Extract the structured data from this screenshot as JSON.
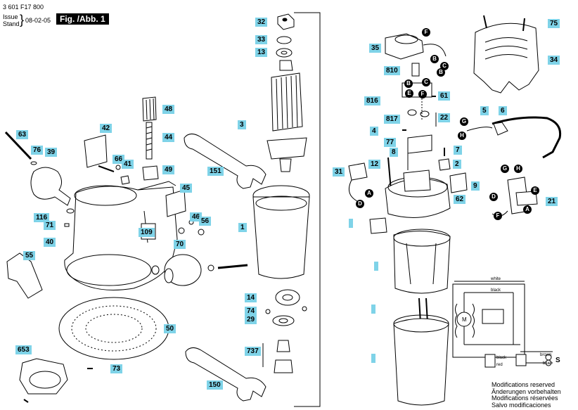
{
  "header": {
    "doc_number": "3 601 F17 800",
    "issue_label_en": "Issue",
    "issue_label_de": "Stand",
    "issue_date": "08-02-05",
    "figure_title": "Fig. /Abb. 1"
  },
  "parts": [
    "32",
    "33",
    "13",
    "3",
    "48",
    "44",
    "49",
    "151",
    "1",
    "14",
    "74",
    "29",
    "737",
    "150",
    "42",
    "63",
    "76",
    "39",
    "66",
    "41",
    "45",
    "46",
    "56",
    "70",
    "109",
    "116",
    "71",
    "40",
    "55",
    "50",
    "653",
    "73",
    "35",
    "810",
    "816",
    "817",
    "61",
    "22",
    "75",
    "34",
    "5",
    "6",
    "4",
    "77",
    "8",
    "7",
    "31",
    "12",
    "9",
    "2",
    "62",
    "21"
  ],
  "connectors": [
    "F",
    "B",
    "C",
    "E",
    "A",
    "D",
    "G",
    "H"
  ],
  "wiring": {
    "white": "white",
    "black": "black",
    "brown": "brown",
    "blue": "blue",
    "motor_symbol": "M",
    "terminal": "S"
  },
  "notes": {
    "en": "Modifications reserved",
    "de": "Änderungen vorbehalten",
    "fr": "Modifications réservées",
    "es": "Salvo modificaciones"
  }
}
